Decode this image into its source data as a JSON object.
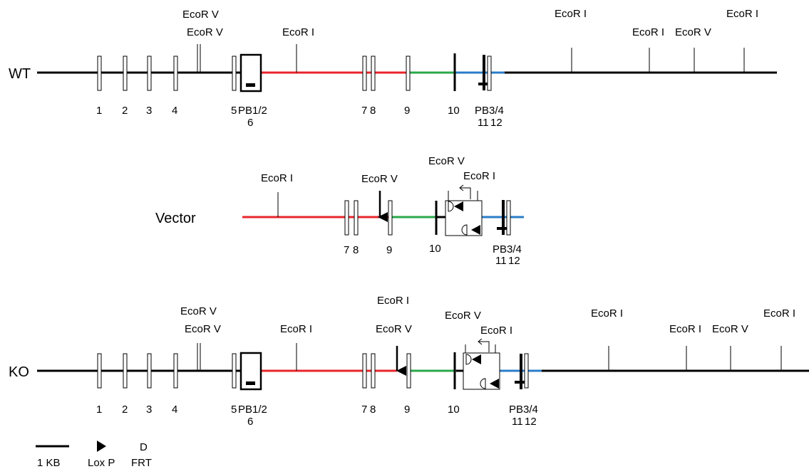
{
  "rows": {
    "wt": "WT",
    "vector": "Vector",
    "ko": "KO"
  },
  "enzymes": {
    "ecori": "EcoR I",
    "ecorv": "EcoR V"
  },
  "exons": {
    "e1": "1",
    "e2": "2",
    "e3": "3",
    "e4": "4",
    "e5": "5",
    "e6": "6",
    "e7": "7",
    "e8": "8",
    "e9": "9",
    "e10": "10",
    "e11": "11",
    "e12": "12"
  },
  "probes": {
    "pb12": "PB1/2",
    "pb34": "PB3/4"
  },
  "legend": {
    "scale": "1 KB",
    "loxp": "Lox P",
    "frt": "FRT",
    "frt_symbol": "D"
  },
  "colors": {
    "black": "#000000",
    "red": "#e8262c",
    "green": "#2aa84a",
    "blue": "#2a7dc8"
  }
}
